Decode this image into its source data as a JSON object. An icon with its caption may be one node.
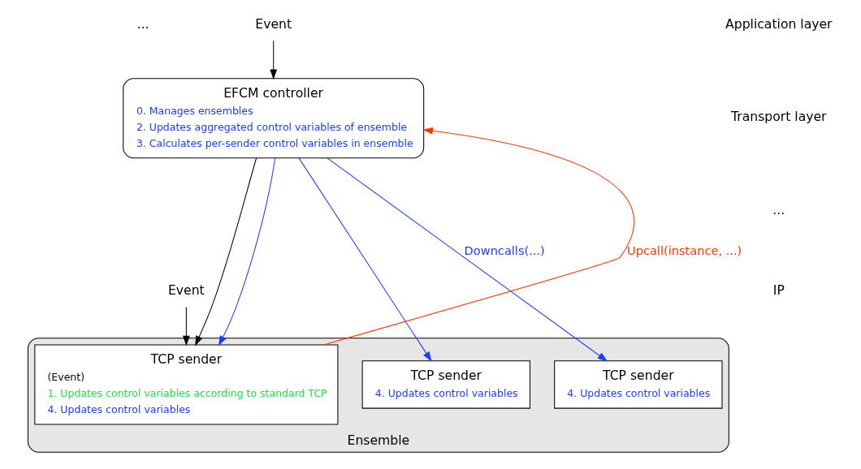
{
  "diagram": {
    "nodes": [
      {
        "text": [
          "EFCM controller",
          "0. Manages ensembles",
          "2. Updates aggregated control variables of ensemble",
          "3. Calculates per-sender control variables in ensemble"
        ]
      },
      {
        "text": [
          "Ensemble"
        ]
      },
      {
        "text": [
          "TCP sender",
          "(Event)",
          "1. Updates control variables according to standard TCP",
          "4. Updates control variables"
        ],
        "in": 1
      },
      {
        "text": [
          "TCP sender",
          "4. Updates control variables"
        ],
        "in": 1
      },
      {
        "text": [
          "TCP sender",
          "4. Updates control variables"
        ],
        "in": 1
      },
      {
        "text": [
          "Event"
        ]
      },
      {
        "text": [
          "Event"
        ]
      }
    ],
    "edges": [
      {
        "from": 5,
        "to": 0,
        "arrow": "to"
      },
      {
        "from": 2,
        "to": 0,
        "arrow": "to",
        "label": "Upcall(instance, ...)",
        "color": "#ff3300"
      },
      {
        "from": 0,
        "to": 2,
        "arrow": "to"
      },
      {
        "from": 0,
        "to": 2,
        "arrow": "to",
        "color": "#1a3cff"
      },
      {
        "from": 0,
        "to": 3,
        "arrow": "to",
        "color": "#1a3cff"
      },
      {
        "from": 0,
        "to": 4,
        "arrow": "to",
        "label": "Downcalls(...)",
        "color": "#1a3cff"
      },
      {
        "from": 6,
        "to": 2,
        "arrow": "to"
      }
    ],
    "labels": [
      "Application layer",
      "Transport layer",
      "...",
      "...",
      "IP"
    ]
  }
}
